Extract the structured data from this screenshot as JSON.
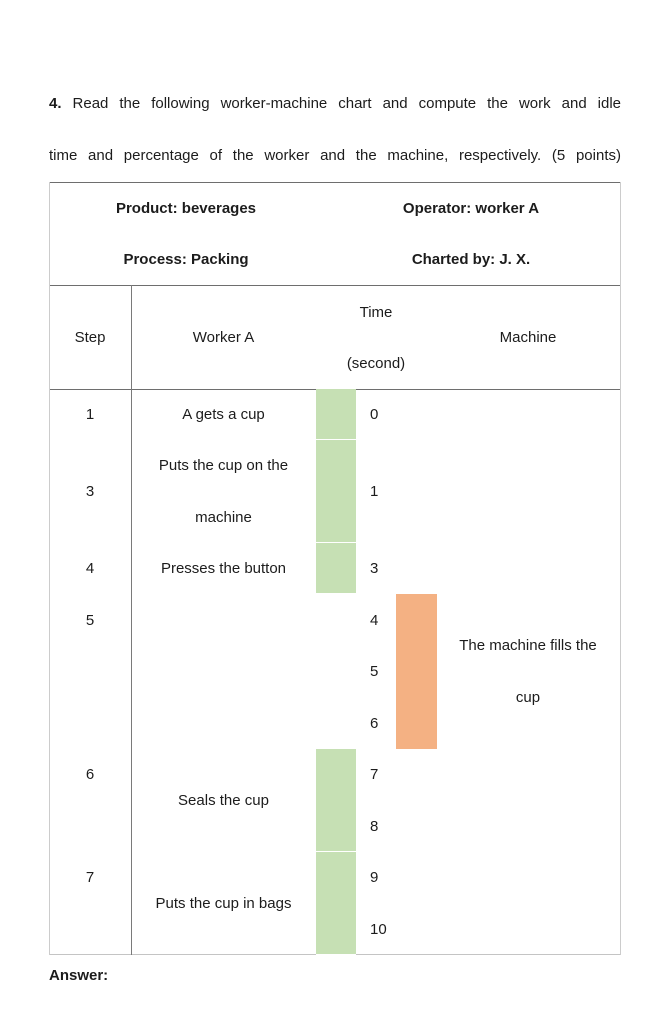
{
  "question": {
    "number": "4.",
    "text_line1": "Read the following worker-machine chart and compute the work and idle",
    "text_line2": "time and percentage of the worker and the machine, respectively. (5 points)"
  },
  "answer_label": "Answer:",
  "chart_data": {
    "type": "worker-machine-chart",
    "info": {
      "product": "Product: beverages",
      "operator": "Operator: worker A",
      "process": "Process: Packing",
      "charted_by": "Charted by: J. X."
    },
    "columns": {
      "step": "Step",
      "worker": "Worker A",
      "time_unit_line1": "Time",
      "time_unit_line2": "(second)",
      "machine": "Machine"
    },
    "rows": [
      {
        "time": "0",
        "step": "1",
        "h": 51
      },
      {
        "time": "1",
        "step": "3",
        "h": 103
      },
      {
        "time": "3",
        "step": "4",
        "h": 51
      },
      {
        "time": "4",
        "step": "5",
        "h": 52
      },
      {
        "time": "5",
        "h": 51
      },
      {
        "time": "6",
        "h": 52
      },
      {
        "time": "7",
        "step": "6",
        "h": 51
      },
      {
        "time": "8",
        "h": 52
      },
      {
        "time": "9",
        "step": "7",
        "h": 51
      },
      {
        "time": "10",
        "h": 52
      }
    ],
    "activities": [
      {
        "actor": "worker",
        "label": "A gets a cup",
        "row_start": 0,
        "row_end": 0
      },
      {
        "actor": "worker",
        "label": "Puts the cup on the machine",
        "row_start": 1,
        "row_end": 1
      },
      {
        "actor": "worker",
        "label": "Presses the button",
        "row_start": 2,
        "row_end": 2
      },
      {
        "actor": "machine",
        "label": "The machine fills the cup",
        "row_start": 3,
        "row_end": 5
      },
      {
        "actor": "worker",
        "label": "Seals the cup",
        "row_start": 6,
        "row_end": 7
      },
      {
        "actor": "worker",
        "label": "Puts the cup in bags",
        "row_start": 8,
        "row_end": 9
      }
    ],
    "colors": {
      "worker_bar": "#c6e0b4",
      "machine_bar": "#f4b183"
    }
  }
}
